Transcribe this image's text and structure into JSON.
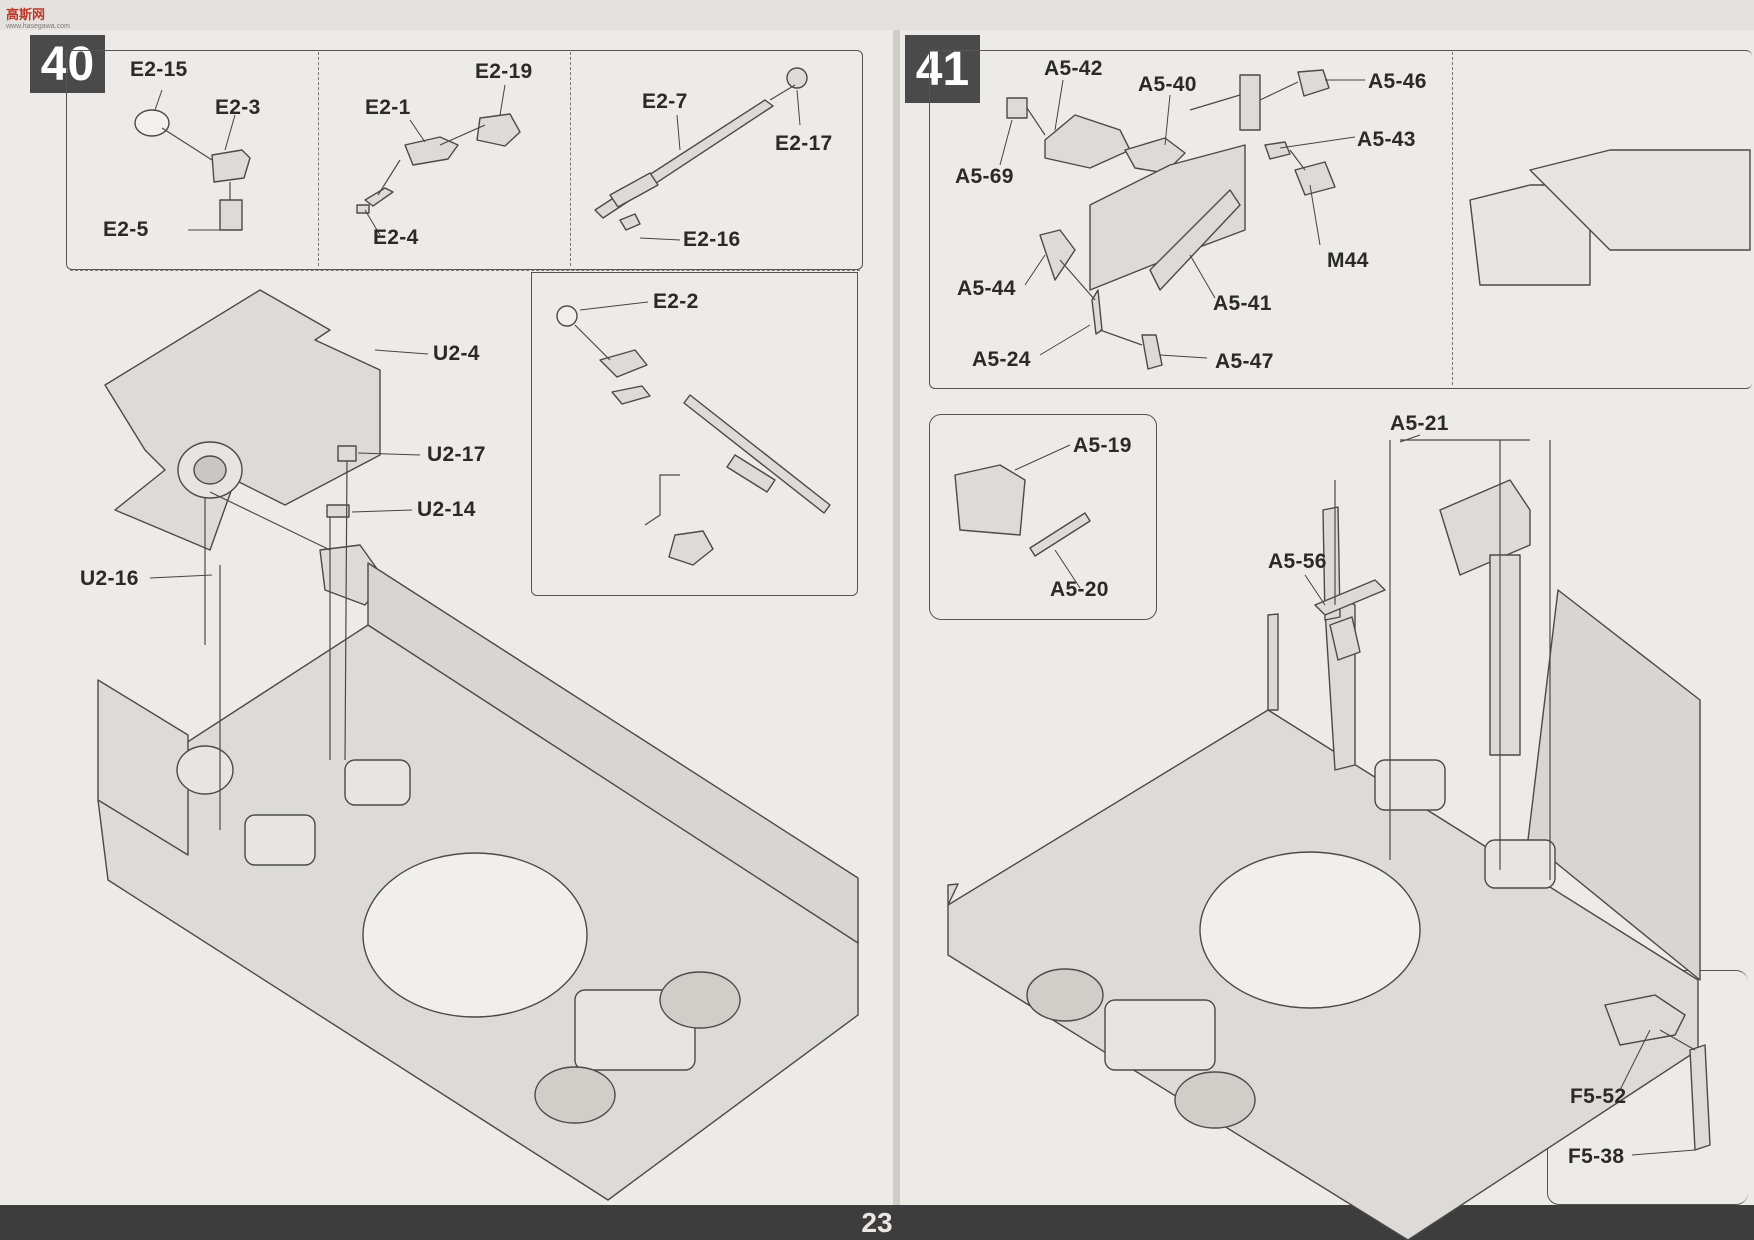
{
  "watermark": {
    "brand": "高斯网",
    "url": "www.hasegawa.com"
  },
  "page_number": "23",
  "step40": {
    "number": "40",
    "labels": {
      "e2_15": "E2-15",
      "e2_3": "E2-3",
      "e2_5": "E2-5",
      "e2_1": "E2-1",
      "e2_19": "E2-19",
      "e2_4": "E2-4",
      "e2_7": "E2-7",
      "e2_17": "E2-17",
      "e2_16": "E2-16",
      "e2_2": "E2-2",
      "u2_4": "U2-4",
      "u2_17": "U2-17",
      "u2_14": "U2-14",
      "u2_16": "U2-16"
    }
  },
  "step41": {
    "number": "41",
    "labels": {
      "a5_42": "A5-42",
      "a5_40": "A5-40",
      "a5_46": "A5-46",
      "a5_43": "A5-43",
      "a5_69": "A5-69",
      "a5_44": "A5-44",
      "a5_41": "A5-41",
      "m44": "M44",
      "a5_24": "A5-24",
      "a5_47": "A5-47",
      "a5_19": "A5-19",
      "a5_20": "A5-20",
      "a5_21": "A5-21",
      "a5_56": "A5-56",
      "f5_52": "F5-52",
      "f5_38": "F5-38"
    }
  },
  "colors": {
    "badge": "#4a4a4a",
    "line": "#555555",
    "part_fill": "#d9d8d4",
    "bg": "#ecebe7"
  }
}
